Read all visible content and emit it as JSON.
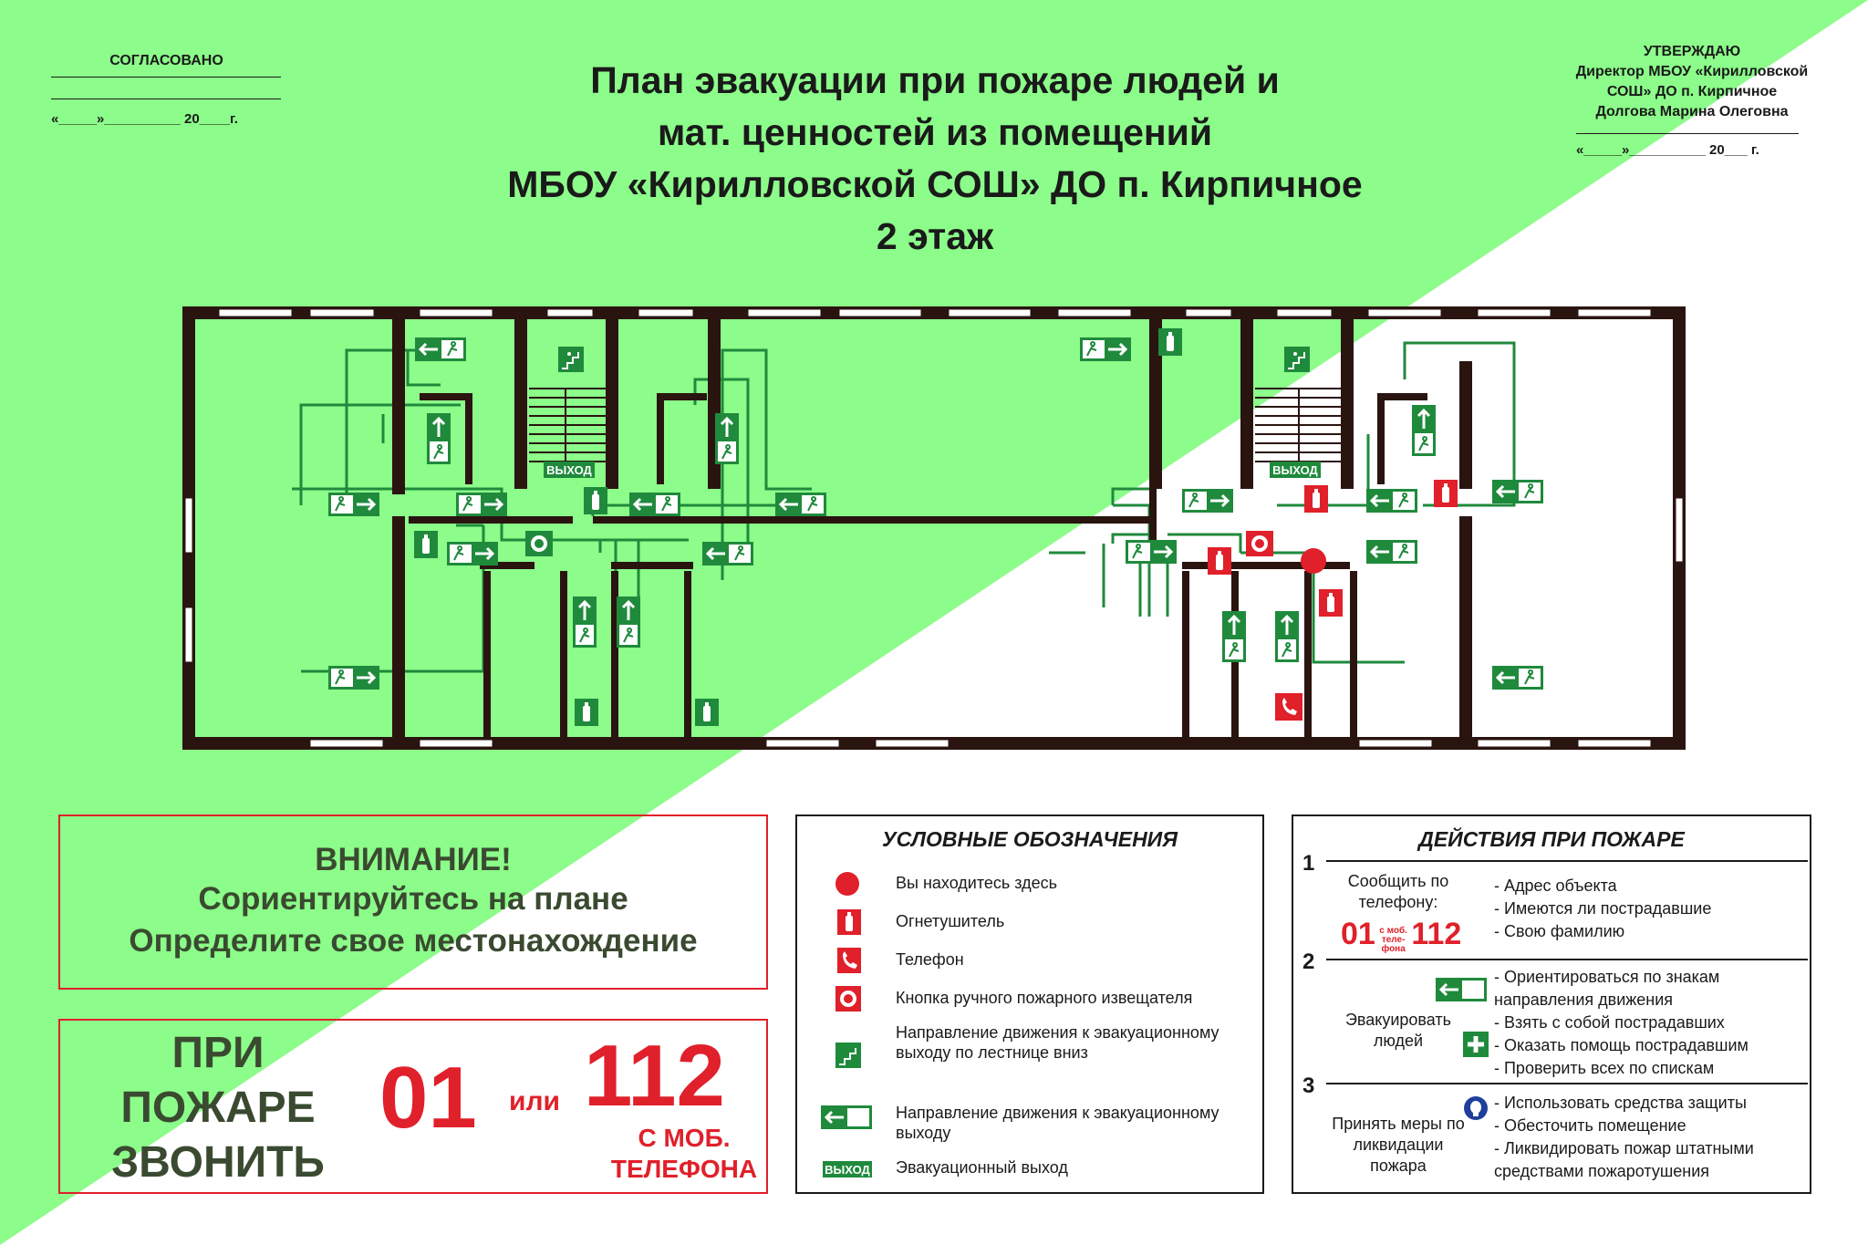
{
  "header": {
    "agreed_label": "СОГЛАСОВАНО",
    "agreed_date": "«_____»__________ 20____г.",
    "title_lines": [
      "План эвакуации при пожаре людей и",
      "мат. ценностей из помещений",
      "МБОУ «Кирилловской СОШ» ДО п. Кирпичное",
      "2 этаж"
    ],
    "approve_lines": [
      "УТВЕРЖДАЮ",
      "Директор МБОУ «Кирилловской",
      "СОШ» ДО п. Кирпичное",
      "Долгова Марина Олеговна"
    ],
    "approve_date": "«_____»__________ 20___ г."
  },
  "plan": {
    "exit_sign_label": "ВЫХОД",
    "colors": {
      "wall": "#2a1410",
      "route": "#1f8a3c",
      "sign_green": "#1f8a3c",
      "sign_red": "#e0202a"
    }
  },
  "attention": {
    "heading": "ВНИМАНИЕ!",
    "line1": "Сориентируйтесь на плане",
    "line2": "Определите свое местонахождение"
  },
  "call": {
    "lines": [
      "ПРИ",
      "ПОЖАРЕ",
      "ЗВОНИТЬ"
    ],
    "number1": "01",
    "or": "или",
    "number2": "112",
    "mob1": "С МОБ.",
    "mob2": "ТЕЛЕФОНА"
  },
  "legend": {
    "title": "УСЛОВНЫЕ ОБОЗНАЧЕНИЯ",
    "items": [
      {
        "icon": "you-are-here-icon",
        "text": "Вы находитесь здесь"
      },
      {
        "icon": "fire-extinguisher-icon",
        "text": "Огнетушитель"
      },
      {
        "icon": "phone-icon",
        "text": "Телефон"
      },
      {
        "icon": "fire-alarm-button-icon",
        "text": "Кнопка ручного пожарного извещателя"
      },
      {
        "icon": "stairs-down-exit-icon",
        "text": "Направление движения к эвакуационному выходу по лестнице вниз"
      },
      {
        "icon": "exit-direction-icon",
        "text": "Направление движения к эвакуационному выходу"
      },
      {
        "icon": "exit-sign-icon",
        "text": "Эвакуационный выход"
      }
    ],
    "exit_icon_label": "ВЫХОД"
  },
  "actions": {
    "title": "ДЕЙСТВИЯ ПРИ ПОЖАРЕ",
    "step1": {
      "num": "1",
      "left1": "Сообщить по",
      "left2": "телефону:",
      "num01": "01",
      "mobtxt1": "с моб.",
      "mobtxt2": "теле-",
      "mobtxt3": "фона",
      "num112": "112",
      "right": [
        "- Адрес объекта",
        "- Имеются ли пострадавшие",
        "- Свою фамилию"
      ]
    },
    "step2": {
      "num": "2",
      "left1": "Эвакуировать",
      "left2": "людей",
      "right": [
        "- Ориентироваться по знакам",
        "направления движения",
        "- Взять с собой пострадавших",
        "- Оказать помощь пострадавшим",
        "- Проверить всех по спискам"
      ]
    },
    "step3": {
      "num": "3",
      "left1": "Принять меры по",
      "left2": "ликвидации",
      "left3": "пожара",
      "right": [
        "- Использовать средства защиты",
        "- Обесточить помещение",
        "- Ликвидировать пожар штатными",
        "средствами пожаротушения"
      ]
    }
  }
}
